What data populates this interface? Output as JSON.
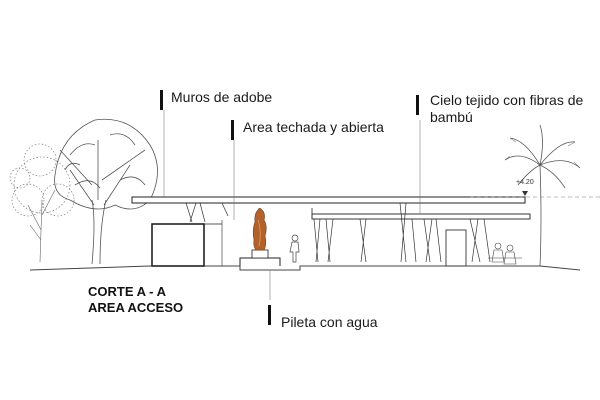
{
  "annotations": {
    "walls": "Muros de adobe",
    "covered_area": "Area techada y abierta",
    "ceiling_line1": "Cielo tejido con fibras de",
    "ceiling_line2": "bambú",
    "pool": "Pileta con agua"
  },
  "section_title": {
    "line1": "CORTE  A - A",
    "line2": "AREA  ACCESO"
  },
  "level_mark": "+4.20",
  "colors": {
    "line": "#1a1a1a",
    "sculpture": "#b4622c",
    "marker": "#111111"
  }
}
